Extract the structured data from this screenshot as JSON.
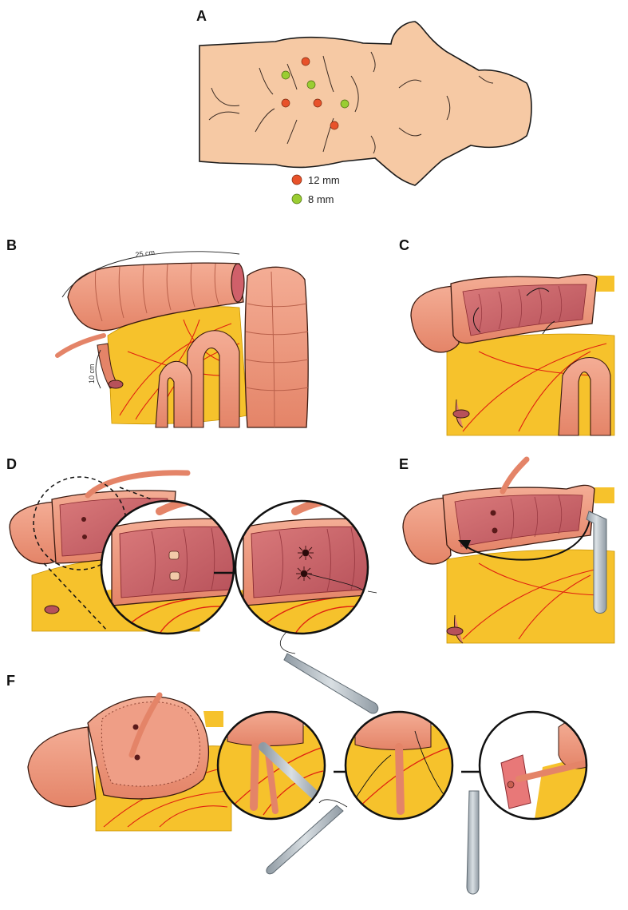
{
  "panels": {
    "a": {
      "letter": "A"
    },
    "b": {
      "letter": "B",
      "measure_long": "25 cm",
      "measure_short": "10 cm"
    },
    "c": {
      "letter": "C"
    },
    "d": {
      "letter": "D"
    },
    "e": {
      "letter": "E"
    },
    "f": {
      "letter": "F"
    }
  },
  "legend": [
    {
      "label": "12 mm",
      "color": "#e8522a"
    },
    {
      "label": "8 mm",
      "color": "#9acd32"
    }
  ],
  "colors": {
    "skin": "#f6c9a4",
    "bowel": "#ec9478",
    "bowel_dark": "#c9604a",
    "lumen": "#c95f63",
    "fat": "#f6c22c",
    "vessel": "#e02010",
    "instrument": "#a9b3bb"
  }
}
